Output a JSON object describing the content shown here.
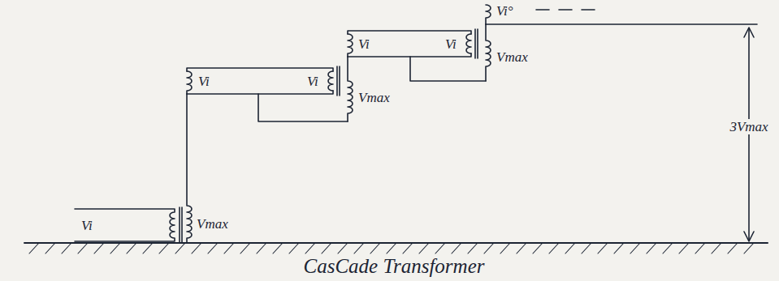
{
  "diagram": {
    "caption": "CasCade Transformer",
    "labels": [
      "Vi",
      "Vmax",
      "Vi",
      "Vi",
      "Vmax",
      "Vi",
      "Vi",
      "Vmax",
      "Vi°",
      "3Vmax"
    ]
  }
}
